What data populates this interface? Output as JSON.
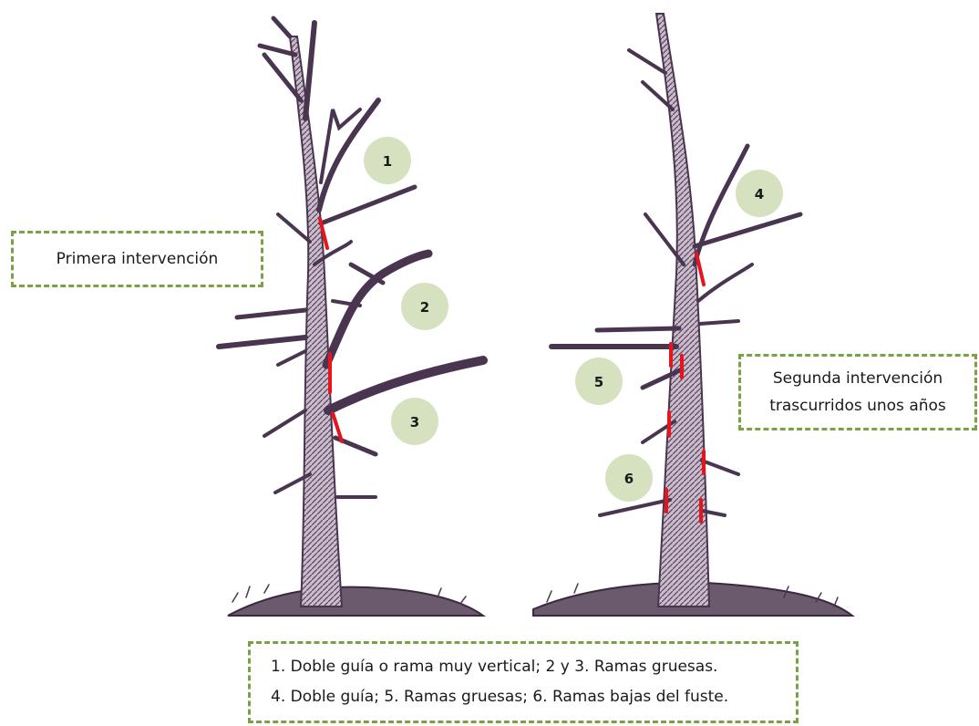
{
  "labels": {
    "primera": "Primera intervención",
    "segunda_line1": "Segunda intervención",
    "segunda_line2": "trascurridos unos años"
  },
  "legend": {
    "line1": "1. Doble guía o rama muy vertical; 2 y 3. Ramas gruesas.",
    "line2": "4. Doble guía; 5. Ramas gruesas; 6. Ramas bajas del fuste."
  },
  "markers": [
    "1",
    "2",
    "3",
    "4",
    "5",
    "6"
  ],
  "colors": {
    "box_border": "#7aa244",
    "marker_fill": "#d6e2bf",
    "cut_mark": "#e8141c",
    "tree_ink": "#4a3550"
  }
}
